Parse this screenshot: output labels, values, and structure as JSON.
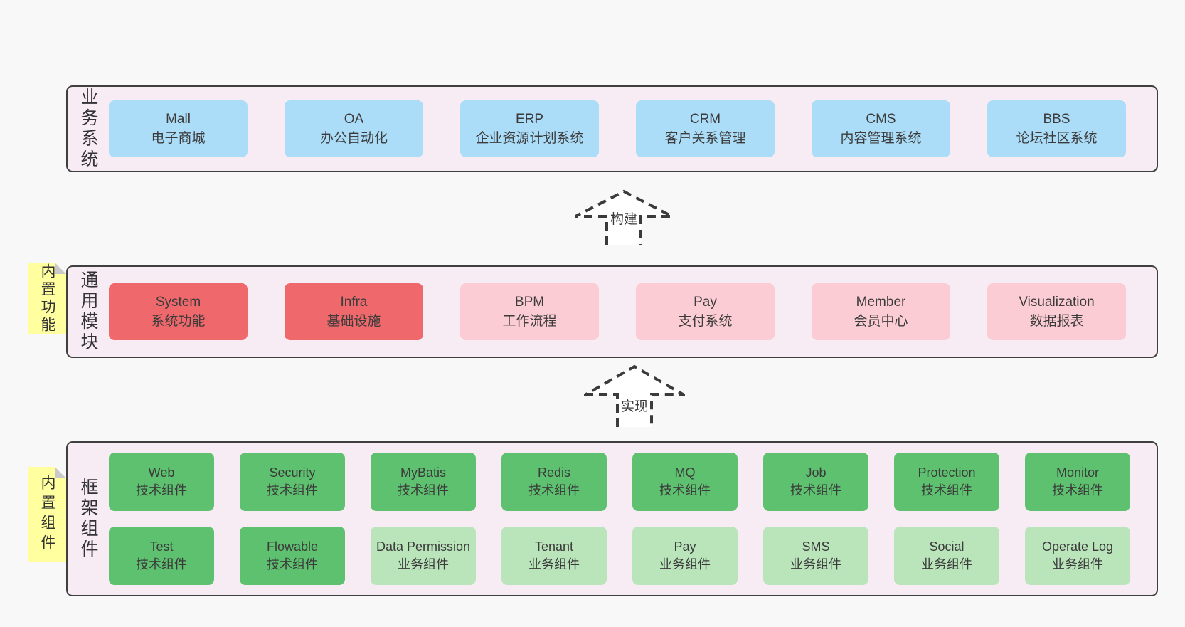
{
  "colors": {
    "page_bg": "#f8f8f8",
    "band_bg": "#f8ecf4",
    "border": "#3f3f3f",
    "text": "#3b3b3b",
    "blue": "#abdcf8",
    "red": "#ef686b",
    "pink": "#fbccd3",
    "green": "#5ec16f",
    "lightgreen": "#bae5bb",
    "yellow": "#ffff9f",
    "fold": "#c9c9c9"
  },
  "arrows": {
    "build": {
      "label": "构建"
    },
    "implement": {
      "label": "实现"
    }
  },
  "bands": {
    "business": {
      "label": "业务系统",
      "boxes": [
        {
          "name": "Mall",
          "desc": "电子商城"
        },
        {
          "name": "OA",
          "desc": "办公自动化"
        },
        {
          "name": "ERP",
          "desc": "企业资源计划系统"
        },
        {
          "name": "CRM",
          "desc": "客户关系管理"
        },
        {
          "name": "CMS",
          "desc": "内容管理系统"
        },
        {
          "name": "BBS",
          "desc": "论坛社区系统"
        }
      ]
    },
    "modules": {
      "label": "通用模块",
      "sticky": "内置功能",
      "boxes": [
        {
          "name": "System",
          "desc": "系统功能",
          "variant": "red"
        },
        {
          "name": "Infra",
          "desc": "基础设施",
          "variant": "red"
        },
        {
          "name": "BPM",
          "desc": "工作流程",
          "variant": "pink"
        },
        {
          "name": "Pay",
          "desc": "支付系统",
          "variant": "pink"
        },
        {
          "name": "Member",
          "desc": "会员中心",
          "variant": "pink"
        },
        {
          "name": "Visualization",
          "desc": "数据报表",
          "variant": "pink"
        }
      ]
    },
    "components": {
      "label": "框架组件",
      "sticky": "内置组件",
      "rows": [
        [
          {
            "name": "Web",
            "desc": "技术组件",
            "variant": "green"
          },
          {
            "name": "Security",
            "desc": "技术组件",
            "variant": "green"
          },
          {
            "name": "MyBatis",
            "desc": "技术组件",
            "variant": "green"
          },
          {
            "name": "Redis",
            "desc": "技术组件",
            "variant": "green"
          },
          {
            "name": "MQ",
            "desc": "技术组件",
            "variant": "green"
          },
          {
            "name": "Job",
            "desc": "技术组件",
            "variant": "green"
          },
          {
            "name": "Protection",
            "desc": "技术组件",
            "variant": "green"
          },
          {
            "name": "Monitor",
            "desc": "技术组件",
            "variant": "green"
          }
        ],
        [
          {
            "name": "Test",
            "desc": "技术组件",
            "variant": "green"
          },
          {
            "name": "Flowable",
            "desc": "技术组件",
            "variant": "green"
          },
          {
            "name": "Data Permission",
            "desc": "业务组件",
            "variant": "lightgreen"
          },
          {
            "name": "Tenant",
            "desc": "业务组件",
            "variant": "lightgreen"
          },
          {
            "name": "Pay",
            "desc": "业务组件",
            "variant": "lightgreen"
          },
          {
            "name": "SMS",
            "desc": "业务组件",
            "variant": "lightgreen"
          },
          {
            "name": "Social",
            "desc": "业务组件",
            "variant": "lightgreen"
          },
          {
            "name": "Operate Log",
            "desc": "业务组件",
            "variant": "lightgreen"
          }
        ]
      ]
    }
  }
}
